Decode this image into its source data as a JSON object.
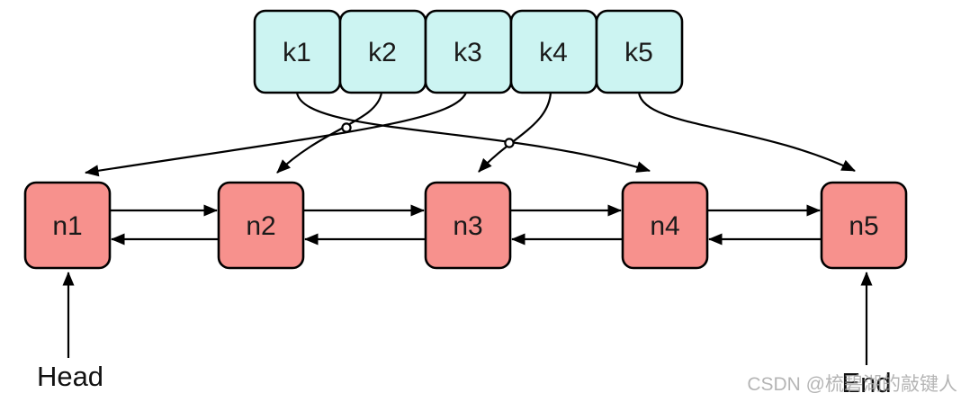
{
  "keys": [
    {
      "label": "k1"
    },
    {
      "label": "k2"
    },
    {
      "label": "k3"
    },
    {
      "label": "k4"
    },
    {
      "label": "k5"
    }
  ],
  "nodes": [
    {
      "label": "n1"
    },
    {
      "label": "n2"
    },
    {
      "label": "n3"
    },
    {
      "label": "n4"
    },
    {
      "label": "n5"
    }
  ],
  "labels": {
    "head": "Head",
    "end": "End"
  },
  "watermark": {
    "text": "CSDN @梳碧湖的敲键人"
  },
  "edges": {
    "key_pointers": [
      {
        "from": "k1",
        "to": "n4"
      },
      {
        "from": "k2",
        "to": "n2"
      },
      {
        "from": "k3",
        "to": "n1"
      },
      {
        "from": "k4",
        "to": "n3"
      },
      {
        "from": "k5",
        "to": "n5"
      }
    ],
    "list_links": [
      {
        "from": "n1",
        "to": "n2",
        "bidirectional": true
      },
      {
        "from": "n2",
        "to": "n3",
        "bidirectional": true
      },
      {
        "from": "n3",
        "to": "n4",
        "bidirectional": true
      },
      {
        "from": "n4",
        "to": "n5",
        "bidirectional": true
      }
    ],
    "head_points_to": "n1",
    "end_points_to": "n5"
  },
  "colors": {
    "key_fill": "#ccf4f2",
    "node_fill": "#f7918d",
    "stroke": "#000000",
    "label": "#1a1a1a",
    "watermark": "#a2a2a2"
  }
}
